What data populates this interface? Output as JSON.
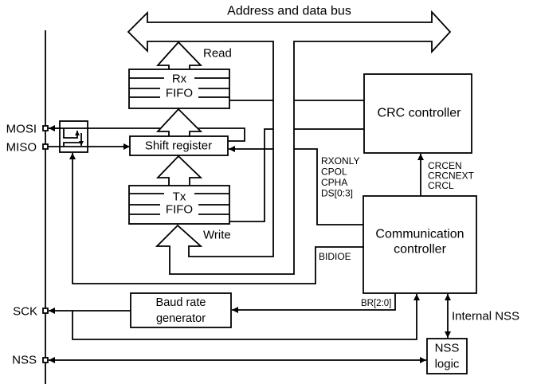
{
  "diagram": {
    "bus_label": "Address and data bus",
    "read_label": "Read",
    "write_label": "Write",
    "rx_fifo": {
      "line1": "Rx",
      "line2": "FIFO"
    },
    "tx_fifo": {
      "line1": "Tx",
      "line2": "FIFO"
    },
    "shift_register": "Shift register",
    "crc_controller": "CRC controller",
    "communication_controller": {
      "line1": "Communication",
      "line2": "controller"
    },
    "baud_rate_generator": {
      "line1": "Baud rate",
      "line2": "generator"
    },
    "nss_logic": {
      "line1": "NSS",
      "line2": "logic"
    },
    "pins": {
      "mosi": "MOSI",
      "miso": "MISO",
      "sck": "SCK",
      "nss": "NSS"
    },
    "signals": {
      "control": [
        "RXONLY",
        "CPOL",
        "CPHA",
        "DS[0:3]"
      ],
      "crc": [
        "CRCEN",
        "CRCNEXT",
        "CRCL"
      ],
      "bidioe": "BIDIOE",
      "baud_rate": "BR[2:0]",
      "internal_nss": "Internal NSS"
    }
  }
}
